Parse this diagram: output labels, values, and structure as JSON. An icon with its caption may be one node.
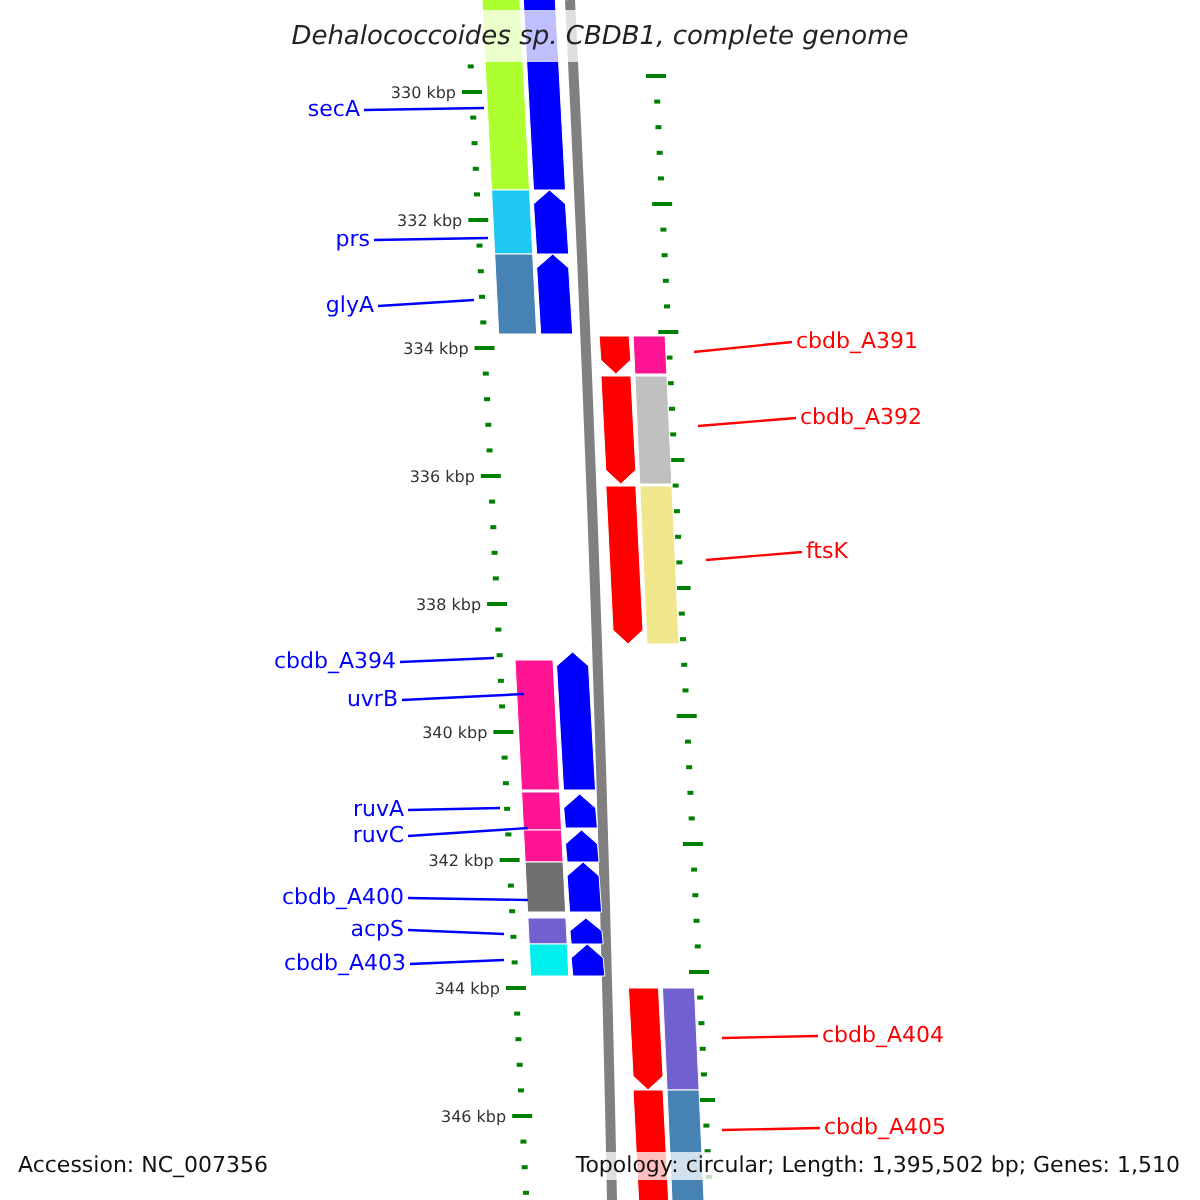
{
  "diagram": {
    "title": "Dehalococcoides sp. CBDB1, complete genome",
    "nodes": [
      {
        "text": [
          "secA"
        ]
      },
      {
        "text": [
          "prs"
        ]
      },
      {
        "text": [
          "glyA"
        ]
      },
      {
        "text": [
          "cbdb_A394"
        ]
      },
      {
        "text": [
          "uvrB"
        ]
      },
      {
        "text": [
          "ruvA"
        ]
      },
      {
        "text": [
          "ruvC"
        ]
      },
      {
        "text": [
          "cbdb_A400"
        ]
      },
      {
        "text": [
          "acpS"
        ]
      },
      {
        "text": [
          "cbdb_A403"
        ]
      },
      {
        "text": [
          "cbdb_A391"
        ]
      },
      {
        "text": [
          "cbdb_A392"
        ]
      },
      {
        "text": [
          "ftsK"
        ]
      },
      {
        "text": [
          "cbdb_A404"
        ]
      },
      {
        "text": [
          "cbdb_A405"
        ]
      }
    ],
    "edges": [
      {
        "from": 0,
        "to": null,
        "arrow": "none"
      },
      {
        "from": 1,
        "to": null,
        "arrow": "none"
      },
      {
        "from": 2,
        "to": null,
        "arrow": "none"
      },
      {
        "from": 3,
        "to": null,
        "arrow": "none"
      },
      {
        "from": 4,
        "to": null,
        "arrow": "none"
      },
      {
        "from": 5,
        "to": null,
        "arrow": "none"
      },
      {
        "from": 6,
        "to": null,
        "arrow": "none"
      },
      {
        "from": 7,
        "to": null,
        "arrow": "none"
      },
      {
        "from": 8,
        "to": null,
        "arrow": "none"
      },
      {
        "from": 9,
        "to": null,
        "arrow": "none"
      },
      {
        "from": 10,
        "to": null,
        "arrow": "none",
        "color": "#ff0000"
      },
      {
        "from": 11,
        "to": null,
        "arrow": "none",
        "color": "#ff0000"
      },
      {
        "from": 12,
        "to": null,
        "arrow": "none",
        "color": "#ff0000"
      },
      {
        "from": 13,
        "to": null,
        "arrow": "none",
        "color": "#ff0000"
      },
      {
        "from": 14,
        "to": null,
        "arrow": "none",
        "color": "#ff0000"
      }
    ],
    "labels": [
      "330 kbp",
      "332 kbp",
      "334 kbp",
      "336 kbp",
      "338 kbp",
      "340 kbp",
      "342 kbp",
      "344 kbp",
      "346 kbp",
      "Accession: NC_007356",
      "Topology: circular; Length: 1,395,502 bp; Genes: 1,510"
    ]
  }
}
